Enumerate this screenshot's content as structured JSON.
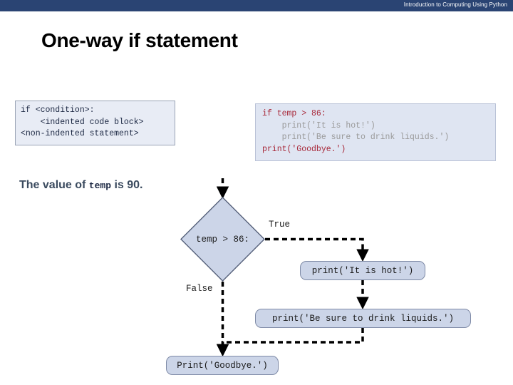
{
  "header": {
    "course_title": "Introduction to Computing Using Python",
    "bar_color": "#2a4473"
  },
  "slide": {
    "title": "One-way if statement"
  },
  "syntax_box": {
    "lines": [
      "if <condition>:",
      "    <indented code block>",
      "<non-indented statement>"
    ],
    "background": "#e8ecf5",
    "border_color": "#9aa3b5",
    "text_color": "#1b2742"
  },
  "example_box": {
    "lines": [
      {
        "text": "if temp > 86:",
        "color": "#a8293a"
      },
      {
        "text": "    print('It is hot!')",
        "color": "#9a9a9a"
      },
      {
        "text": "    print('Be sure to drink liquids.')",
        "color": "#9a9a9a"
      },
      {
        "text": "print('Goodbye.')",
        "color": "#a8293a"
      }
    ],
    "background": "#dfe5f2",
    "border_color": "#b9c2d6"
  },
  "value_note": {
    "prefix": "The value of ",
    "variable": "temp",
    "suffix": " is 90.",
    "text_color": "#3a4a5e"
  },
  "flowchart": {
    "condition_label": "temp > 86:",
    "true_label": "True",
    "false_label": "False",
    "node_print_hot": "print('It is hot!')",
    "node_print_drink": "print('Be sure to drink liquids.')",
    "node_print_bye": "Print('Goodbye.')",
    "node_fill": "#ccd5e8",
    "node_border": "#7e8aa6",
    "connector_color": "#000000"
  }
}
